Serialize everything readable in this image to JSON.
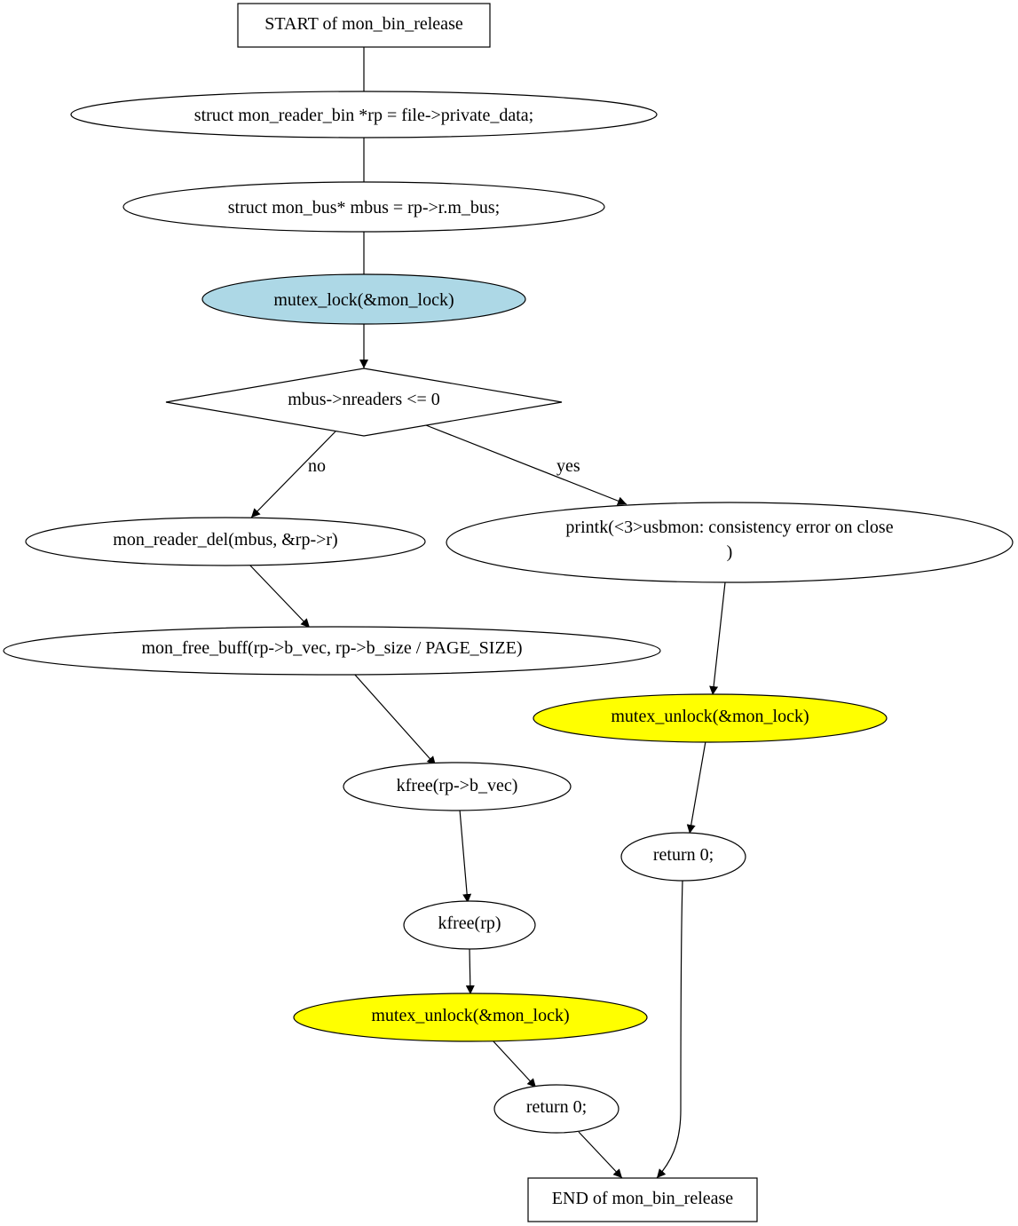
{
  "colors": {
    "lock": "#add8e6",
    "unlock": "#ffff00",
    "default": "#ffffff",
    "stroke": "#000000"
  },
  "nodes": {
    "start": {
      "label": "START of mon_bin_release"
    },
    "rp_decl": {
      "label": "struct mon_reader_bin *rp = file->private_data;"
    },
    "mbus_decl": {
      "label": "struct mon_bus* mbus = rp->r.m_bus;"
    },
    "lock": {
      "label": "mutex_lock(&mon_lock)"
    },
    "cond": {
      "label": "mbus->nreaders <= 0"
    },
    "reader_del": {
      "label": "mon_reader_del(mbus, &rp->r)"
    },
    "printk": {
      "line1": "printk(<3>usbmon: consistency error on close",
      "line2": ")"
    },
    "free_buff": {
      "label": "mon_free_buff(rp->b_vec, rp->b_size / PAGE_SIZE)"
    },
    "unlock_yes": {
      "label": "mutex_unlock(&mon_lock)"
    },
    "kfree_vec": {
      "label": "kfree(rp->b_vec)"
    },
    "return_yes": {
      "label": "return 0;"
    },
    "kfree_rp": {
      "label": "kfree(rp)"
    },
    "unlock_no": {
      "label": "mutex_unlock(&mon_lock)"
    },
    "return_no": {
      "label": "return 0;"
    },
    "end": {
      "label": "END of mon_bin_release"
    }
  },
  "edge_labels": {
    "no": "no",
    "yes": "yes"
  }
}
